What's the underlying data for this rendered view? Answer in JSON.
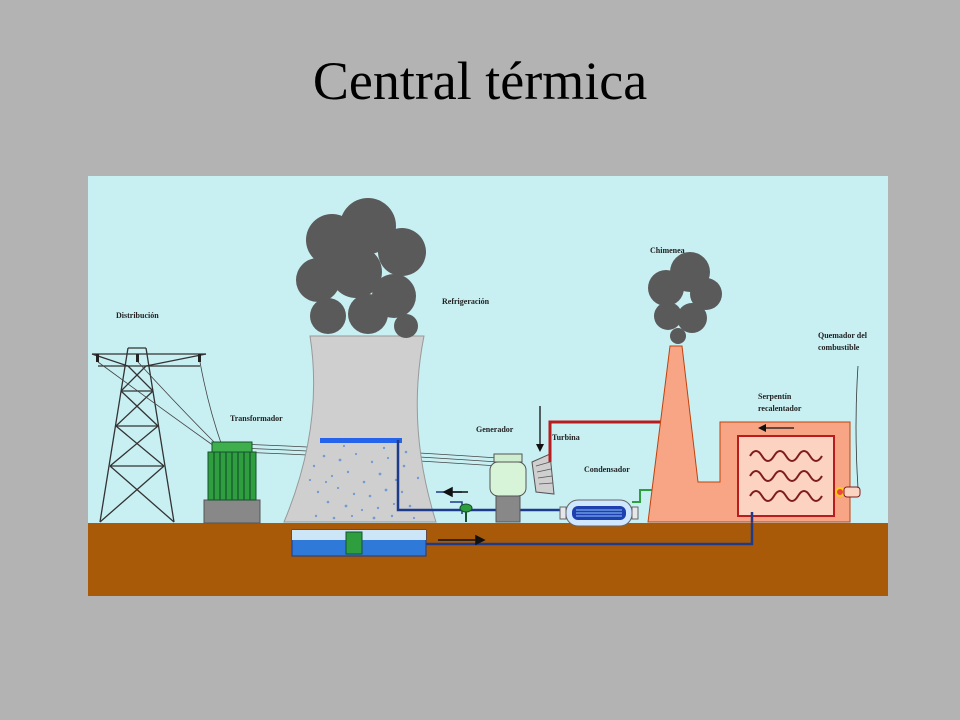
{
  "slide": {
    "title": "Central térmica"
  },
  "diagram": {
    "labels": {
      "distribucion": "Distribución",
      "transformador": "Transformador",
      "refrigeracion": "Refrigeración",
      "generador": "Generador",
      "turbina": "Turbina",
      "condensador": "Condensador",
      "chimenea": "Chimenea",
      "serpentin_1": "Serpentín",
      "serpentin_2": "recalentador",
      "quemador_1": "Quemador del",
      "quemador_2": "combustible"
    },
    "colors": {
      "sky": "#c8f0f3",
      "ground": "#a85a08",
      "boiler": "#f8a586",
      "water_pipe": "#1e3a8a",
      "steam_pipe": "#b91c1c",
      "smoke": "#5a5a5a",
      "tower": "#cfcfcf",
      "transformer": "#2e9e3e"
    }
  }
}
